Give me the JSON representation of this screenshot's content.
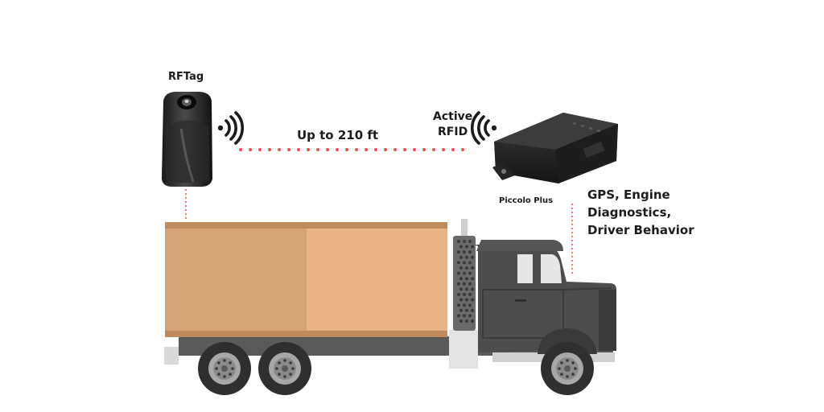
{
  "labels": {
    "rftag": "RFTag",
    "range": "Up to 210 ft",
    "active_rfid": [
      "Active",
      "RFID"
    ],
    "device": "Piccolo Plus",
    "features": [
      "GPS, Engine",
      "Diagnostics,",
      "Driver Behavior"
    ]
  },
  "colors": {
    "dotted_line": "#ef4d4d",
    "cargo_light": "#e9b386",
    "cargo_dark": "#d4a376",
    "cargo_trim": "#bf8a5c",
    "cab": "#4d4d4d",
    "cab_dark": "#3a3a3a",
    "chassis": "#5a5a5a",
    "wheel": "#2f2f2f",
    "hub": "#a8a8a8",
    "bumper": "#d9d9d9",
    "signal": "#1c1c1c",
    "device": "#262626"
  },
  "icons": [
    "wifi-signal-icon",
    "rftag-device",
    "piccolo-plus-device",
    "truck"
  ]
}
